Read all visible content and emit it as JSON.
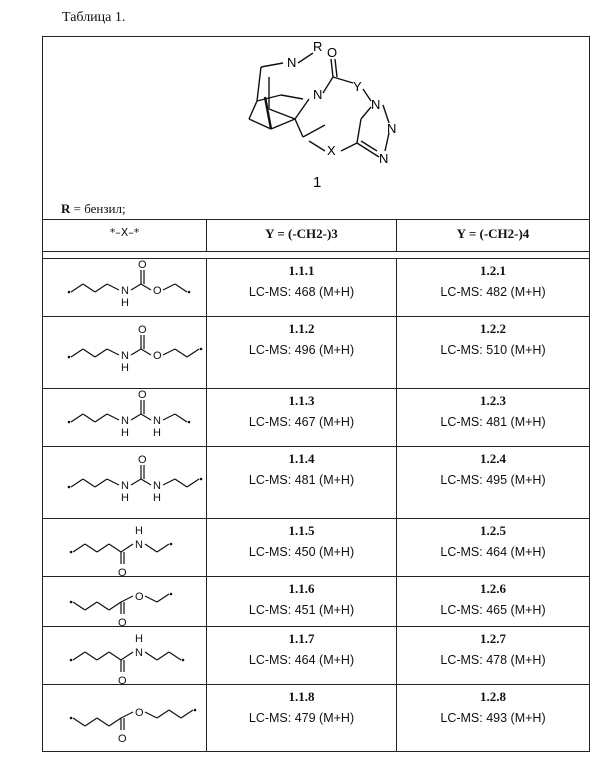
{
  "caption": "Таблица 1.",
  "structure": {
    "labels": {
      "r": "R",
      "n_top": "N",
      "o": "O",
      "y": "Y",
      "n_ring": "N",
      "x": "X",
      "n1": "N",
      "n2": "N",
      "n3": "N"
    },
    "compound_number": "1"
  },
  "r_definition": {
    "symbol": "R",
    "text": " = бензил;"
  },
  "header": {
    "linker": "*–X–*",
    "col_y3": "Y = (-CH2-)3",
    "col_y4": "Y = (-CH2-)4"
  },
  "rows": [
    {
      "linker_type": "carbamate-ethyl",
      "atoms": {
        "a": "N",
        "b": "H",
        "c": "O",
        "d": "O"
      },
      "code_a": "1.1.1",
      "ms_a": "LC-MS: 468 (M+H)",
      "code_b": "1.2.1",
      "ms_b": "LC-MS: 482 (M+H)"
    },
    {
      "linker_type": "carbamate-propyl",
      "atoms": {
        "a": "N",
        "b": "H",
        "c": "O",
        "d": "O"
      },
      "code_a": "1.1.2",
      "ms_a": "LC-MS: 496 (M+H)",
      "code_b": "1.2.2",
      "ms_b": "LC-MS: 510 (M+H)"
    },
    {
      "linker_type": "urea-ethyl",
      "atoms": {
        "a": "N",
        "b": "H",
        "c": "O",
        "d": "N",
        "e": "H"
      },
      "code_a": "1.1.3",
      "ms_a": "LC-MS: 467 (M+H)",
      "code_b": "1.2.3",
      "ms_b": "LC-MS: 481 (M+H)"
    },
    {
      "linker_type": "urea-propyl",
      "atoms": {
        "a": "N",
        "b": "H",
        "c": "O",
        "d": "N",
        "e": "H"
      },
      "code_a": "1.1.4",
      "ms_a": "LC-MS: 481 (M+H)",
      "code_b": "1.2.4",
      "ms_b": "LC-MS: 495 (M+H)"
    },
    {
      "linker_type": "amide-ethyl",
      "atoms": {
        "a": "H",
        "b": "N",
        "c": "O"
      },
      "code_a": "1.1.5",
      "ms_a": "LC-MS: 450 (M+H)",
      "code_b": "1.2.5",
      "ms_b": "LC-MS: 464 (M+H)"
    },
    {
      "linker_type": "ester-ethyl",
      "atoms": {
        "a": "O",
        "b": "O"
      },
      "code_a": "1.1.6",
      "ms_a": "LC-MS: 451 (M+H)",
      "code_b": "1.2.6",
      "ms_b": "LC-MS: 465 (M+H)"
    },
    {
      "linker_type": "amide-propyl",
      "atoms": {
        "a": "H",
        "b": "N",
        "c": "O"
      },
      "code_a": "1.1.7",
      "ms_a": "LC-MS: 464 (M+H)",
      "code_b": "1.2.7",
      "ms_b": "LC-MS: 478 (M+H)"
    },
    {
      "linker_type": "ester-propyl",
      "atoms": {
        "a": "O",
        "b": "O"
      },
      "code_a": "1.1.8",
      "ms_a": "LC-MS: 479 (M+H)",
      "code_b": "1.2.8",
      "ms_b": "LC-MS: 493 (M+H)"
    }
  ]
}
